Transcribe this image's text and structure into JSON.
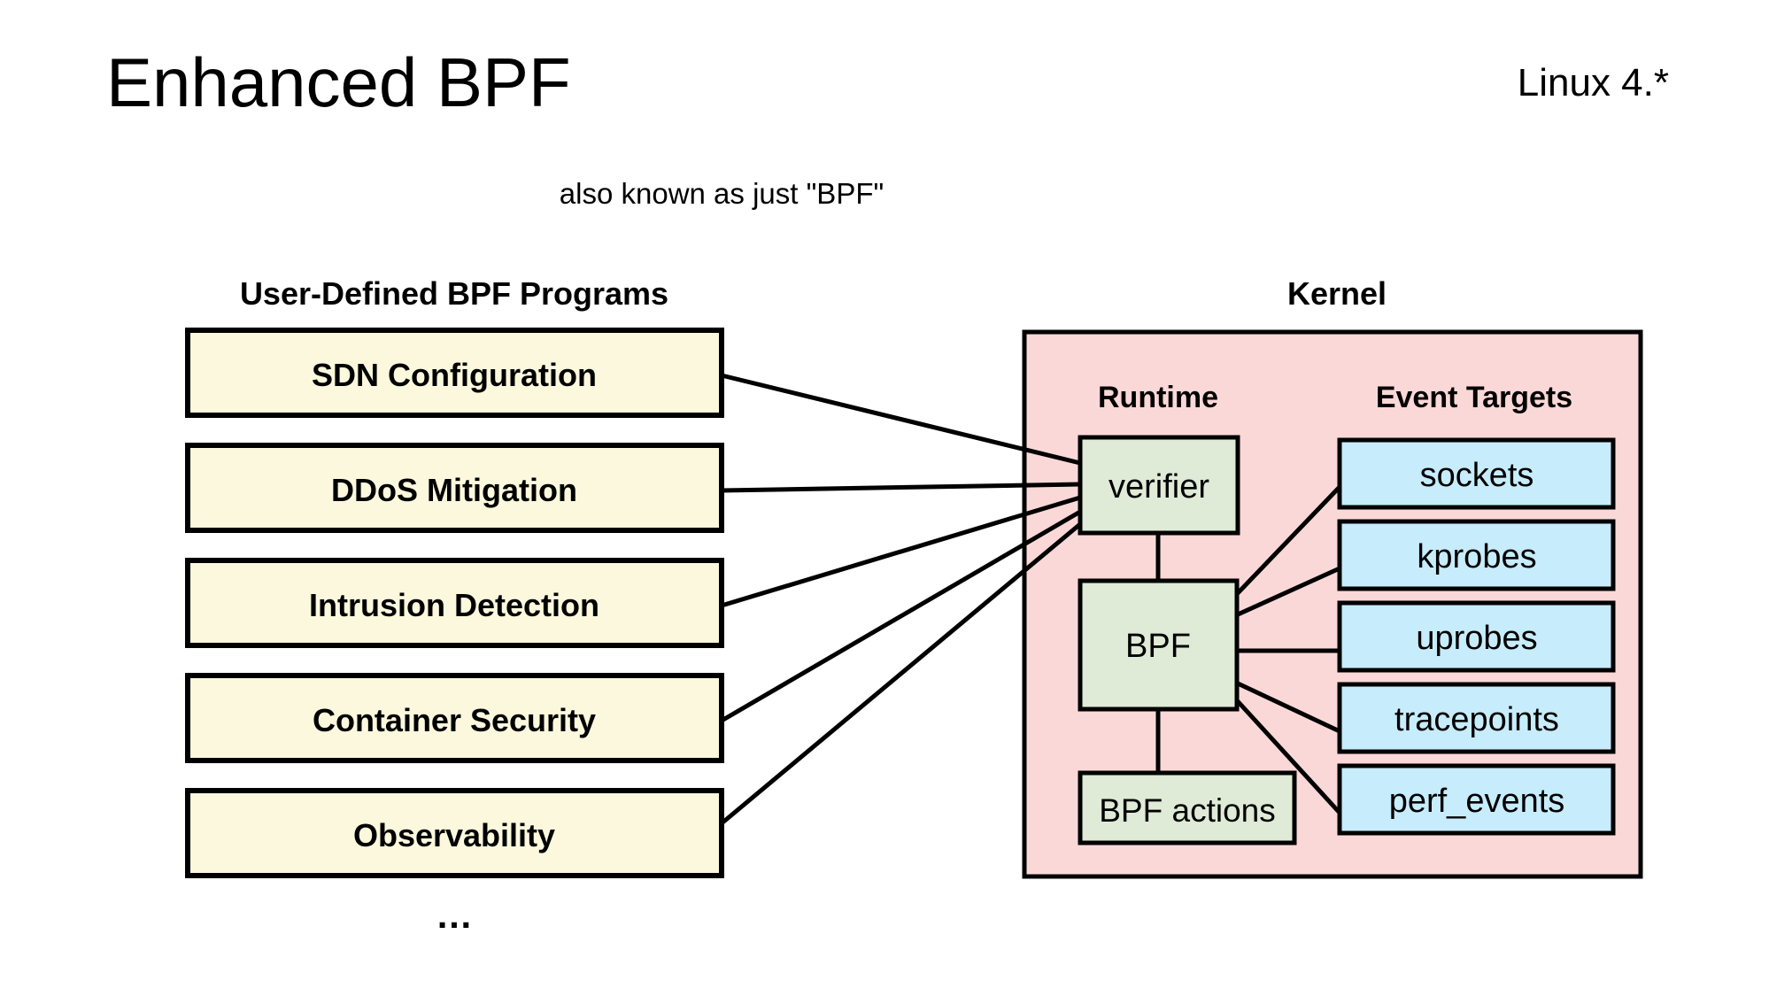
{
  "slide": {
    "title": "Enhanced BPF",
    "version_label": "Linux 4.*",
    "subtitle": "also known as just \"BPF\"",
    "ellipsis": "…"
  },
  "colors": {
    "background": "#ffffff",
    "text": "#000000",
    "program_box_fill": "#fbf8dd",
    "program_box_stroke": "#000000",
    "kernel_panel_fill": "#fbd8d8",
    "kernel_panel_stroke": "#000000",
    "runtime_box_fill": "#dfead7",
    "runtime_box_stroke": "#000000",
    "event_box_fill": "#c7ecfb",
    "event_box_stroke": "#000000",
    "connector_stroke": "#000000"
  },
  "left_column": {
    "heading": "User-Defined BPF Programs",
    "boxes": [
      {
        "label": "SDN Configuration"
      },
      {
        "label": "DDoS Mitigation"
      },
      {
        "label": "Intrusion Detection"
      },
      {
        "label": "Container Security"
      },
      {
        "label": "Observability"
      }
    ]
  },
  "kernel": {
    "heading": "Kernel",
    "runtime": {
      "heading": "Runtime",
      "boxes": [
        {
          "label": "verifier"
        },
        {
          "label": "BPF"
        },
        {
          "label": "BPF actions"
        }
      ]
    },
    "event_targets": {
      "heading": "Event Targets",
      "boxes": [
        {
          "label": "sockets"
        },
        {
          "label": "kprobes"
        },
        {
          "label": "uprobes"
        },
        {
          "label": "tracepoints"
        },
        {
          "label": "perf_events"
        }
      ]
    }
  },
  "connections": {
    "programs_to_verifier": [
      "SDN Configuration -> verifier",
      "DDoS Mitigation -> verifier",
      "Intrusion Detection -> verifier",
      "Container Security -> verifier",
      "Observability -> verifier"
    ],
    "runtime_chain": [
      "verifier -> BPF",
      "BPF -> BPF actions"
    ],
    "bpf_to_event_targets": [
      "BPF -> sockets",
      "BPF -> kprobes",
      "BPF -> uprobes",
      "BPF -> tracepoints",
      "BPF -> perf_events"
    ]
  }
}
